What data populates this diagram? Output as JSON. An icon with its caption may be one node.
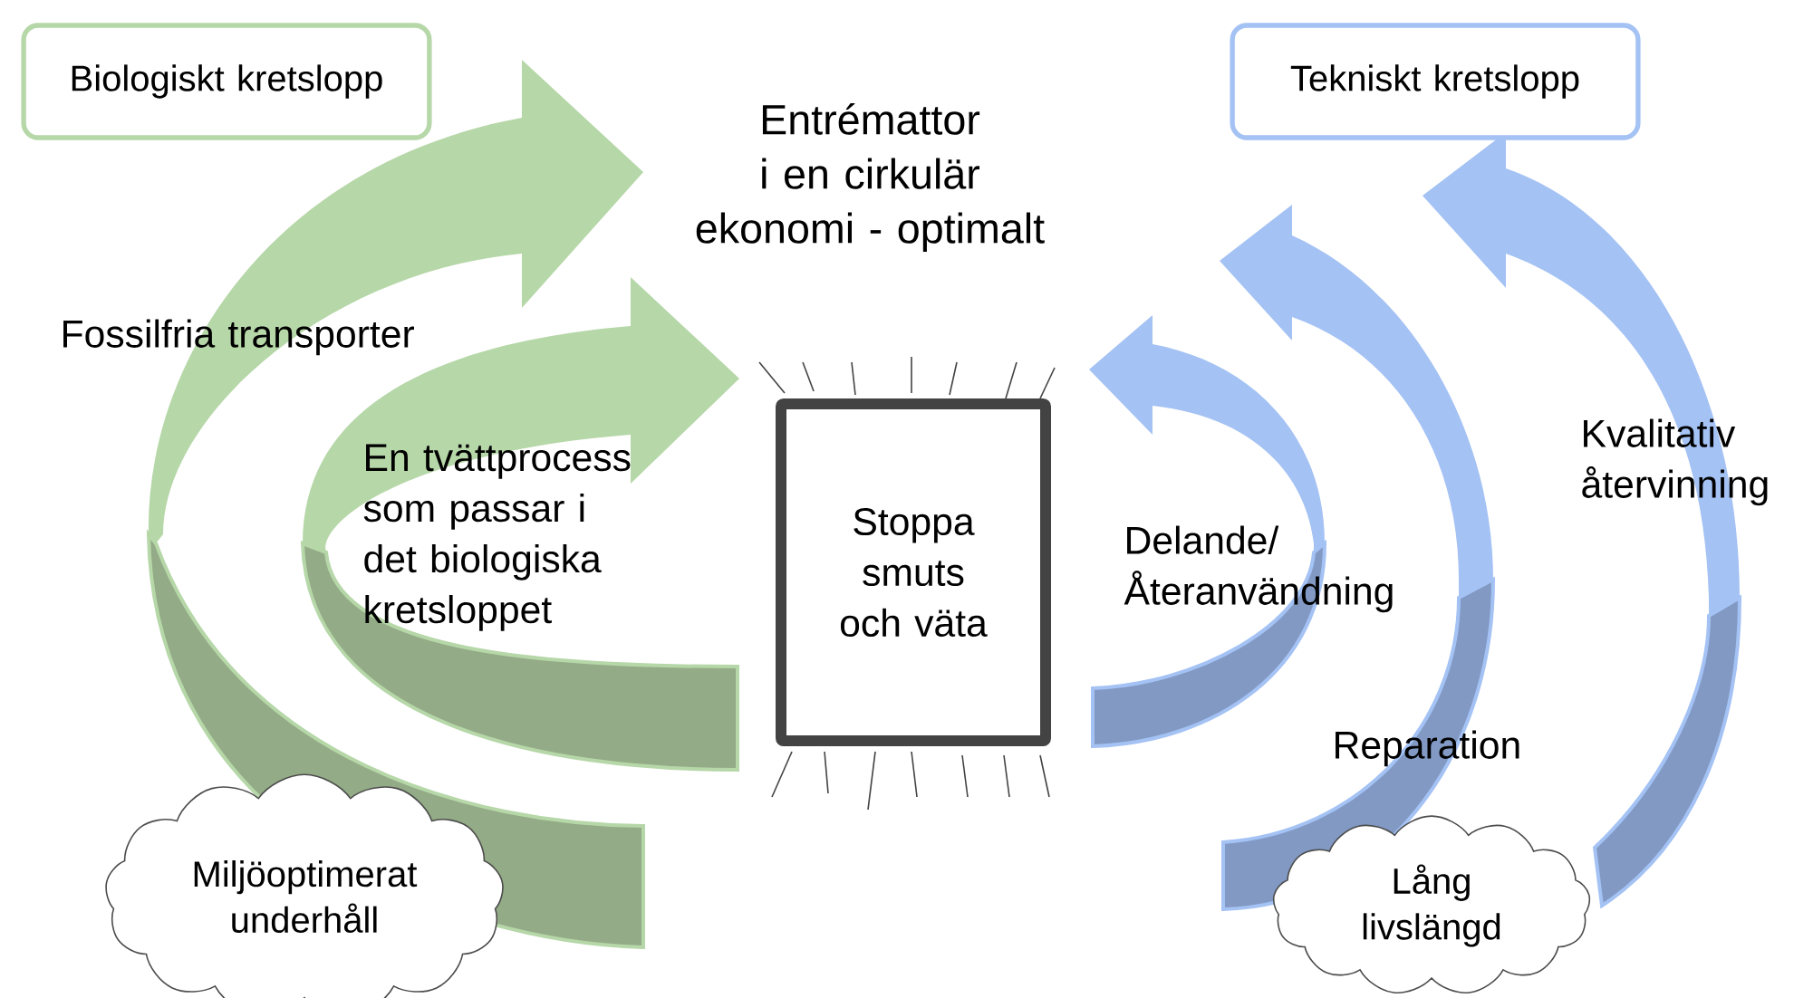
{
  "diagram": {
    "nodes": [
      {
        "text": [
          "Biologiskt kretslopp"
        ]
      },
      {
        "text": [
          "Tekniskt kretslopp"
        ]
      },
      {
        "text": [
          "Entrémattor i en cirkulär ekonomi - optimalt"
        ]
      },
      {
        "text": [
          "Stoppa smuts och väta"
        ]
      },
      {
        "text": [
          "Miljöoptimerat underhåll"
        ]
      },
      {
        "text": [
          "Lång livslängd"
        ]
      }
    ],
    "edges": [
      {
        "from": 4,
        "to": 2,
        "arrow": "to"
      },
      {
        "from": null,
        "to": 3,
        "arrow": "to"
      },
      {
        "from": null,
        "to": 3,
        "arrow": "to"
      },
      {
        "from": 5,
        "to": 2,
        "arrow": "to"
      },
      {
        "from": 5,
        "to": 1,
        "arrow": "to"
      }
    ],
    "labels": [
      "Fossilfria transporter",
      "En tvättprocess som passar i det biologiska kretsloppet",
      "Delande/ Återanvändning",
      "Kvalitativ återvinning",
      "Reparation"
    ]
  }
}
